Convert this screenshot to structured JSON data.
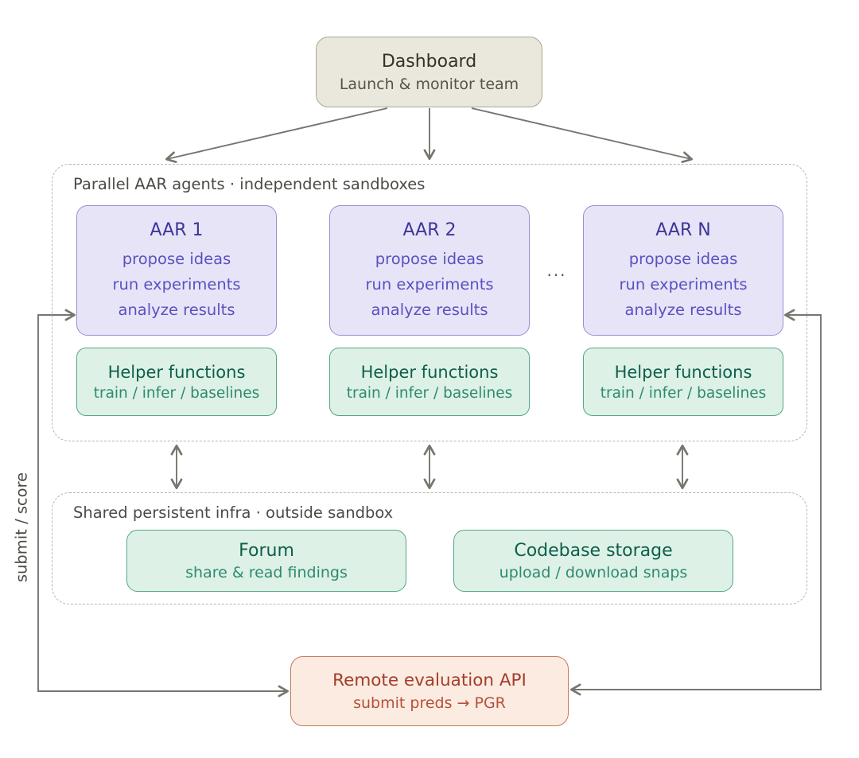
{
  "dashboard": {
    "title": "Dashboard",
    "subtitle": "Launch & monitor team"
  },
  "agents_section": {
    "label": "Parallel AAR agents · independent sandboxes",
    "ellipsis": "···",
    "agents": [
      {
        "title": "AAR 1",
        "tasks": [
          "propose ideas",
          "run experiments",
          "analyze results"
        ]
      },
      {
        "title": "AAR 2",
        "tasks": [
          "propose ideas",
          "run experiments",
          "analyze results"
        ]
      },
      {
        "title": "AAR N",
        "tasks": [
          "propose ideas",
          "run experiments",
          "analyze results"
        ]
      }
    ],
    "helpers": [
      {
        "title": "Helper functions",
        "subtitle": "train / infer / baselines"
      },
      {
        "title": "Helper functions",
        "subtitle": "train / infer / baselines"
      },
      {
        "title": "Helper functions",
        "subtitle": "train / infer / baselines"
      }
    ]
  },
  "infra_section": {
    "label": "Shared persistent infra · outside sandbox",
    "forum": {
      "title": "Forum",
      "subtitle": "share & read findings"
    },
    "codebase": {
      "title": "Codebase storage",
      "subtitle": "upload / download snaps"
    }
  },
  "api": {
    "title": "Remote evaluation API",
    "subtitle": "submit preds → PGR"
  },
  "left_arrow_label": "submit / score",
  "colors": {
    "dashboard_fill": "#eae7dd",
    "dashboard_border": "#a9a596",
    "agent_fill": "#e7e4f8",
    "agent_border": "#9790cf",
    "agent_text": "#5a52c0",
    "agent_title": "#3c3698",
    "helper_fill": "#ddf1e7",
    "helper_border": "#57a588",
    "helper_title": "#0e5f4b",
    "helper_text": "#2e8a6e",
    "api_fill": "#fcebe1",
    "api_border": "#c27a5e",
    "api_title": "#a33d2a",
    "api_text": "#b5503a",
    "arrow": "#76756e",
    "dashed_border": "#b4b4b4",
    "section_label": "#4b4b45"
  }
}
